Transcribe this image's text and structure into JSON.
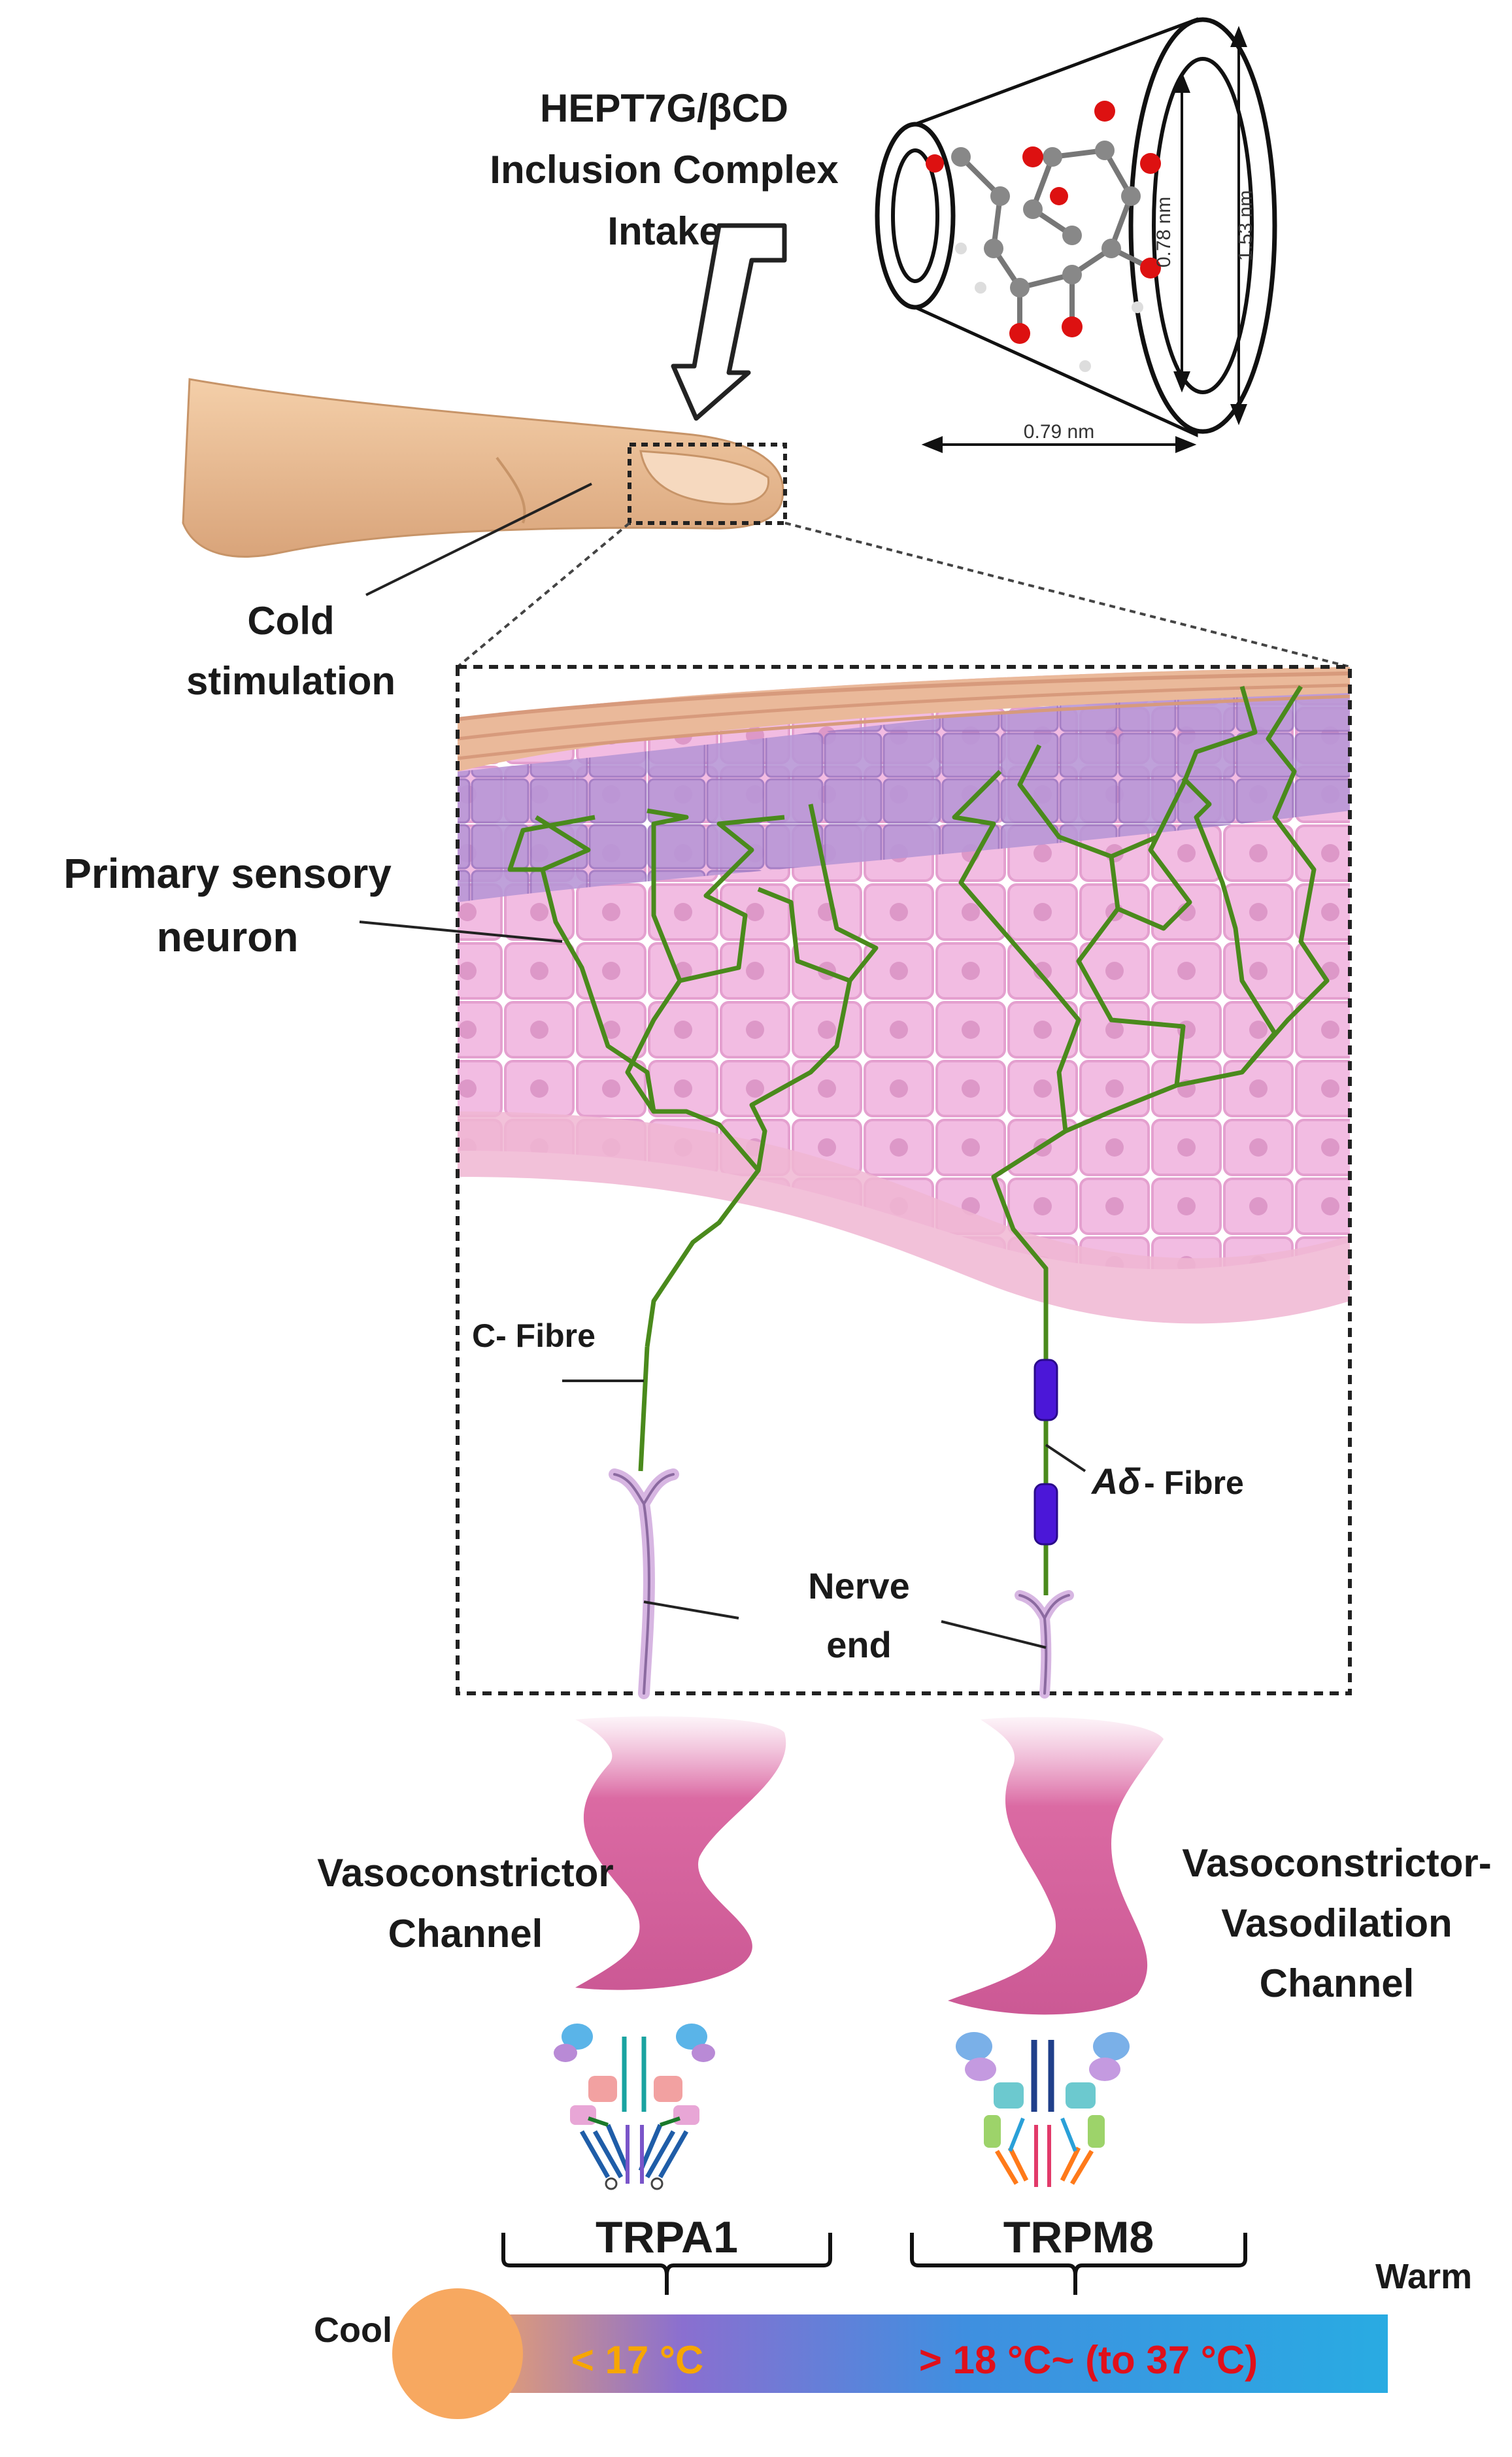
{
  "complex": {
    "line1": "HEPT7G/βCD",
    "line2": "Inclusion Complex",
    "line3": "Intake"
  },
  "dimensions": {
    "height_outer": "1.53 nm",
    "height_inner": "0.78 nm",
    "width": "0.79 nm"
  },
  "labels": {
    "cold_line1": "Cold",
    "cold_line2": "stimulation",
    "psn_line1": "Primary sensory",
    "psn_line2": "neuron",
    "c_fibre": "C- Fibre",
    "a_delta_symbol": "Aδ",
    "a_delta_suffix": "- Fibre",
    "nerve_line1": "Nerve",
    "nerve_line2": "end"
  },
  "channels": {
    "left_line1": "Vasoconstrictor",
    "left_line2": "Channel",
    "right_line1": "Vasoconstrictor-",
    "right_line2": "Vasodilation",
    "right_line3": "Channel",
    "left_name": "TRPA1",
    "right_name": "TRPM8"
  },
  "temperature": {
    "cool": "Cool",
    "warm": "Warm",
    "low_range": "< 17 °C",
    "high_range": "> 18 °C~ (to 37 °C)"
  },
  "colors": {
    "nerve": "#4a8a1c",
    "skin_pink": "#efb6de",
    "skin_purple": "#b58fd0",
    "channel_pink": "#d9629e",
    "bar_start": "#f7941d",
    "bar_end": "#29abe2",
    "low_text": "#f7a600",
    "high_text": "#e0101a",
    "myelin": "#4b17d8"
  }
}
